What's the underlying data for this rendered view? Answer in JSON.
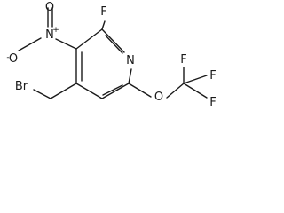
{
  "molecule": {
    "atoms": {
      "fluorine_top": "F",
      "nitro_nitrogen": "N",
      "nitro_oxygen_minus": "O",
      "nitro_oxygen_double": "O",
      "pyridine_nitrogen": "N",
      "bromine": "Br",
      "ether_oxygen": "O",
      "cf3_fluorine_1": "F",
      "cf3_fluorine_2": "F",
      "cf3_fluorine_3": "F"
    },
    "charges": {
      "nitro_nitrogen": "+",
      "nitro_oxygen_minus": "-"
    }
  }
}
